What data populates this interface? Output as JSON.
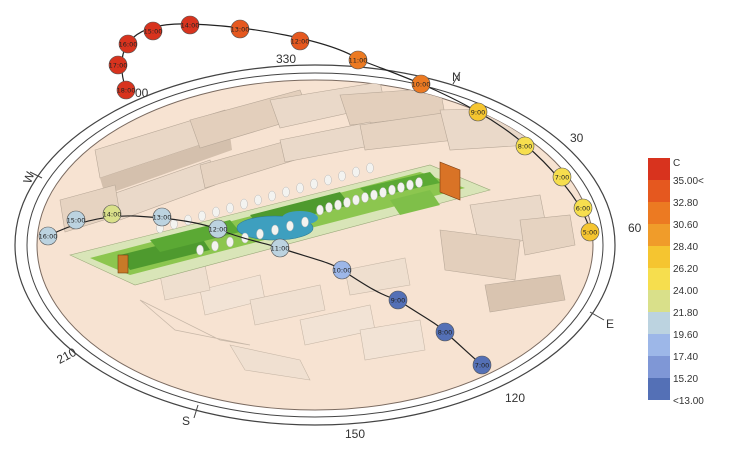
{
  "compass": {
    "north": "N",
    "east": "E",
    "south": "S",
    "west": "W",
    "deg_330": "330",
    "deg_30": "30",
    "deg_60": "60",
    "deg_120": "120",
    "deg_150": "150",
    "deg_210": "210",
    "deg_300_partial": "00"
  },
  "legend": {
    "unit": "C",
    "labels": [
      "35.00<",
      "32.80",
      "30.60",
      "28.40",
      "26.20",
      "24.00",
      "21.80",
      "19.60",
      "17.40",
      "15.20",
      "<13.00"
    ],
    "colors": [
      "#d8331e",
      "#e5581f",
      "#ec7a22",
      "#f09c2a",
      "#f5c530",
      "#f6de4e",
      "#d9e08a",
      "#bcd3e0",
      "#9db7e8",
      "#7f97d6",
      "#5470b6"
    ]
  },
  "upper_arc": {
    "hours": [
      "18:00",
      "17:00",
      "16:00",
      "15:00",
      "14:00",
      "13:00",
      "12:00",
      "11:00",
      "10:00",
      "9:00",
      "8:00",
      "7:00",
      "6:00",
      "5:00"
    ],
    "colors": [
      "#d8331e",
      "#d8331e",
      "#d8331e",
      "#d8331e",
      "#d8331e",
      "#e5581f",
      "#e5581f",
      "#ec7a22",
      "#ec7a22",
      "#f5c530",
      "#f6de4e",
      "#f6de4e",
      "#f6de4e",
      "#f5c530"
    ]
  },
  "lower_arc": {
    "hours": [
      "16:00",
      "15:00",
      "14:00",
      "13:00",
      "12:00",
      "11:00",
      "10:00",
      "9:00",
      "8:00",
      "7:00"
    ],
    "colors": [
      "#bcd3e0",
      "#bcd3e0",
      "#d9e08a",
      "#bcd3e0",
      "#bcd3e0",
      "#bcd3e0",
      "#9db7e8",
      "#5470b6",
      "#5470b6",
      "#5470b6"
    ]
  }
}
